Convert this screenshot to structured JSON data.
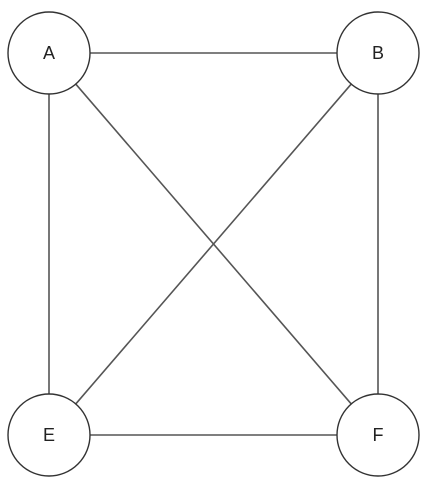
{
  "graph": {
    "nodes": [
      {
        "id": "A",
        "label": "A"
      },
      {
        "id": "B",
        "label": "B"
      },
      {
        "id": "E",
        "label": "E"
      },
      {
        "id": "F",
        "label": "F"
      }
    ],
    "edges": [
      {
        "from": "A",
        "to": "B"
      },
      {
        "from": "A",
        "to": "E"
      },
      {
        "from": "A",
        "to": "F"
      },
      {
        "from": "B",
        "to": "E"
      },
      {
        "from": "B",
        "to": "F"
      },
      {
        "from": "E",
        "to": "F"
      }
    ]
  },
  "colors": {
    "edge": "#555555",
    "node_stroke": "#333333",
    "node_fill": "#ffffff",
    "label": "#222222"
  }
}
